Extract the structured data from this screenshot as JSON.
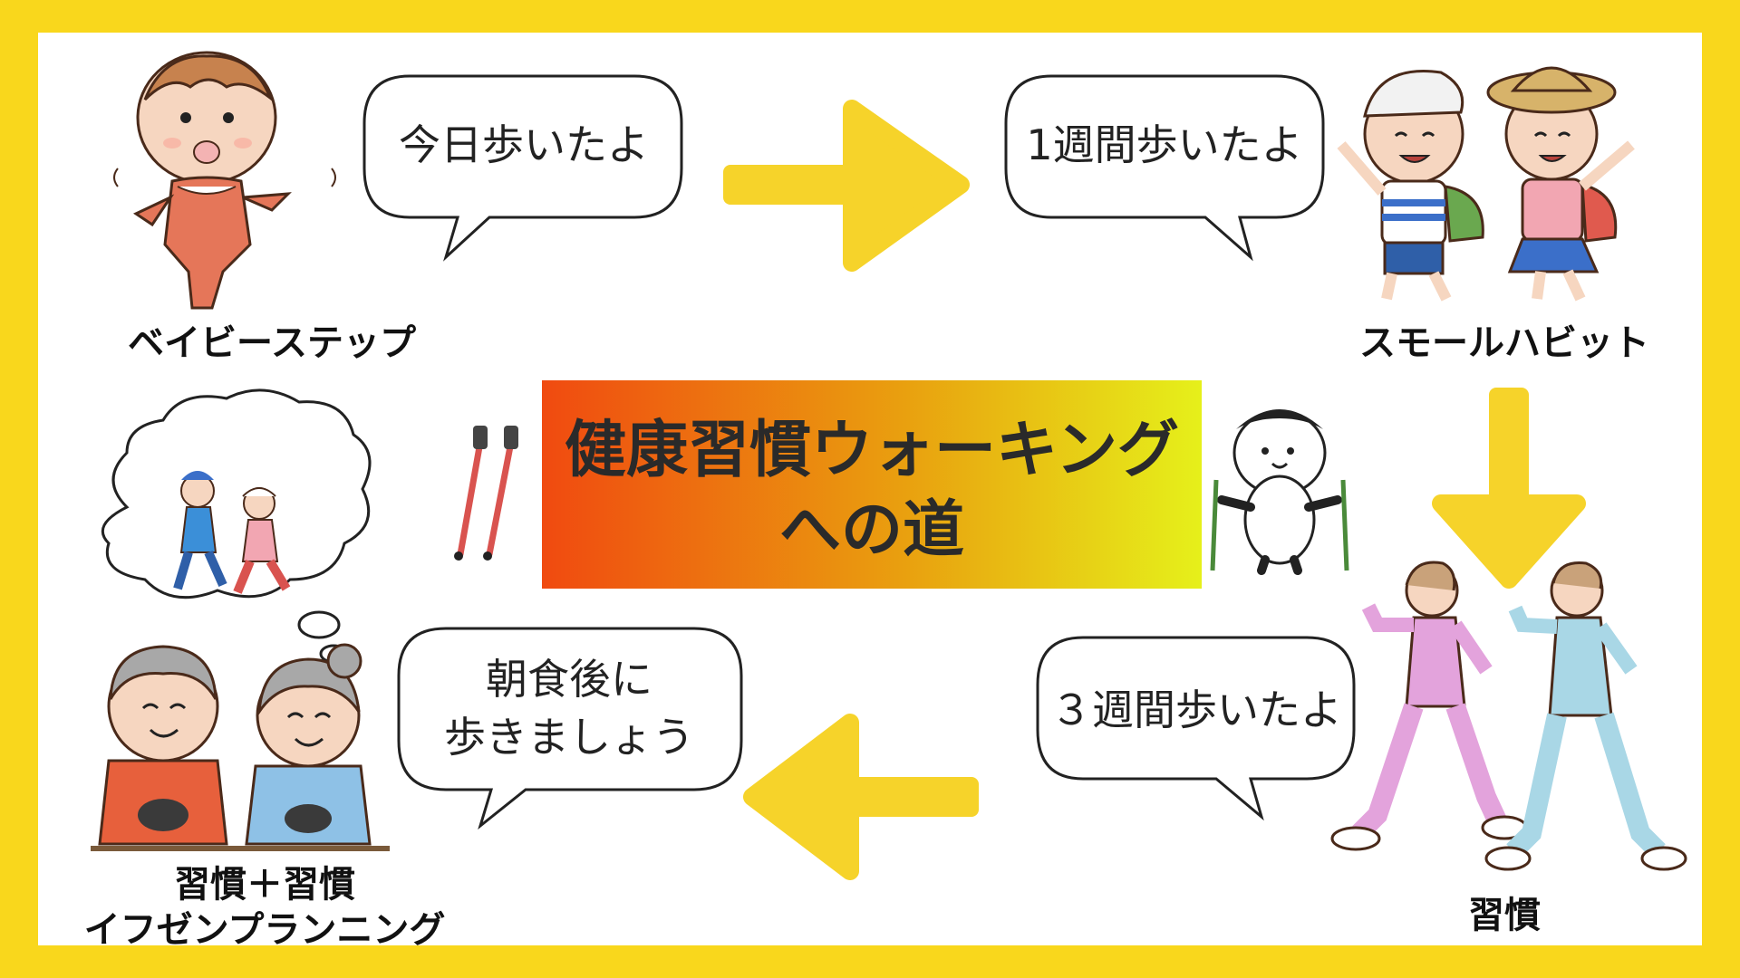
{
  "title": {
    "line1": "健康習慣ウォーキング",
    "line2": "への道"
  },
  "stages": [
    {
      "label": "ベイビーステップ",
      "bubble": "今日歩いたよ"
    },
    {
      "label": "スモールハビット",
      "bubble": "1週間歩いたよ"
    },
    {
      "label": "習慣",
      "bubble": "３週間歩いたよ"
    },
    {
      "label_line1": "習慣＋習慣",
      "label_line2": "イフゼンプランニング",
      "bubble_line1": "朝食後に",
      "bubble_line2": "歩きましょう"
    }
  ],
  "colors": {
    "frame": "#f9d71c",
    "arrow": "#f6d32a",
    "title_gradient_start": "#f04a10",
    "title_gradient_end": "#e6f01a"
  },
  "icons": [
    "baby-icon",
    "hiking-children-icon",
    "walking-couple-icon",
    "elderly-couple-eating-icon",
    "thought-cloud-walkers-icon",
    "walking-poles-icon",
    "panda-walker-icon"
  ]
}
